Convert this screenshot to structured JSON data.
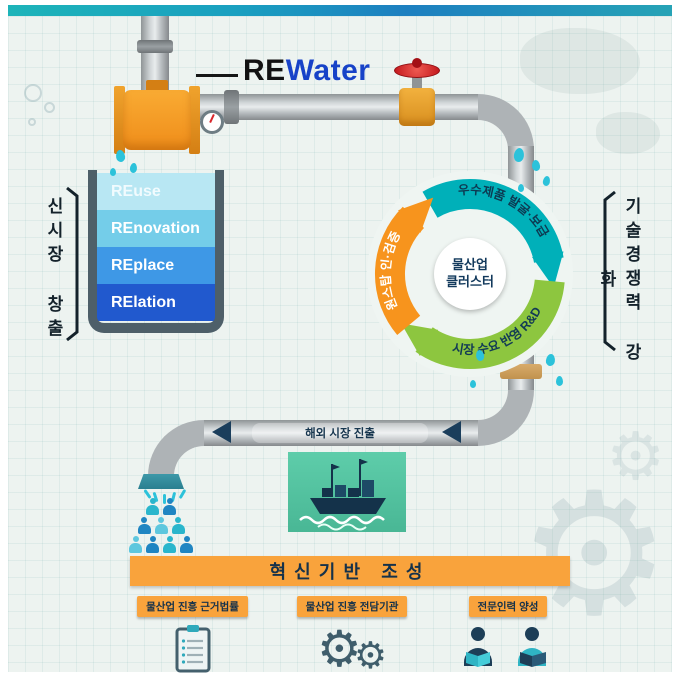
{
  "title": {
    "prefix": "RE",
    "suffix": "Water"
  },
  "beaker": {
    "layers": [
      {
        "re": "RE",
        "rest": "use"
      },
      {
        "re": "RE",
        "rest": "novation"
      },
      {
        "re": "RE",
        "rest": "place"
      },
      {
        "re": "RE",
        "rest": "lation"
      }
    ]
  },
  "side_labels": {
    "left": "신시장 창출",
    "right": "기술경쟁력 강화"
  },
  "cycle": {
    "center": {
      "line1": "물산업",
      "line2": "클러스터"
    },
    "segments": [
      {
        "position": "top",
        "label": "우수제품 발굴·보급",
        "color": "#00b0b9"
      },
      {
        "position": "bottom",
        "label": "시장 수요 반영 R&D",
        "color": "#8dc63f"
      },
      {
        "position": "left",
        "label": "원스탑 인·검증",
        "color": "#f7941d"
      }
    ]
  },
  "export_pipe": {
    "label": "해외 시장 진출"
  },
  "banner": {
    "label": "혁신기반 조성"
  },
  "foundation": {
    "items": [
      {
        "label": "물산업 진흥 근거법률",
        "icon": "clipboard-icon"
      },
      {
        "label": "물산업 진흥 전담기관",
        "icon": "gears-icon"
      },
      {
        "label": "전문인력 양성",
        "icon": "reading-people-icon"
      }
    ]
  },
  "colors": {
    "orange": "#f7941d",
    "teal": "#00b0b9",
    "green": "#8dc63f",
    "navy": "#16324a",
    "water_blue": "#2cc2da",
    "title_blue": "#1742c8",
    "banner_orange": "#f9a33c"
  }
}
